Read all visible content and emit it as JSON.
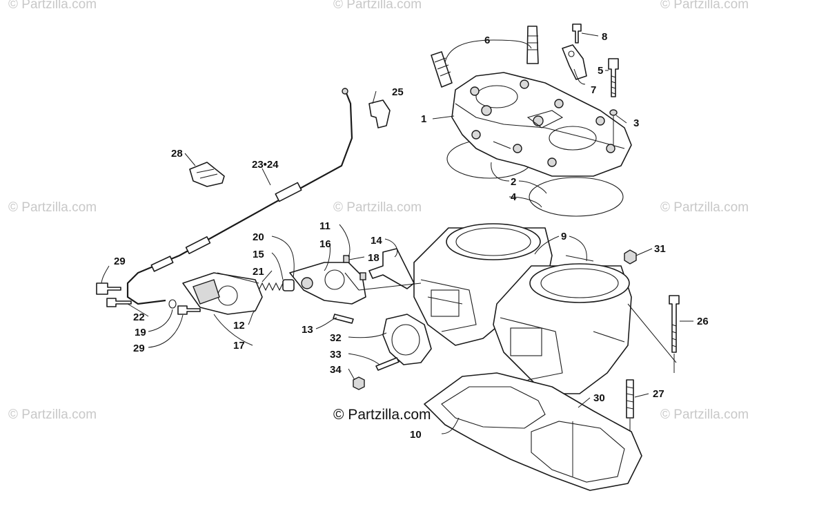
{
  "diagram": {
    "copyright": "© Partzilla.com",
    "watermark": "© Partzilla.com",
    "callouts": {
      "c1": "1",
      "c2": "2",
      "c3": "3",
      "c4": "4",
      "c5": "5",
      "c6": "6",
      "c7": "7",
      "c8": "8",
      "c9": "9",
      "c10": "10",
      "c11": "11",
      "c12": "12",
      "c13": "13",
      "c14": "14",
      "c15": "15",
      "c16": "16",
      "c17": "17",
      "c18": "18",
      "c19": "19",
      "c20": "20",
      "c21": "21",
      "c22": "22",
      "c23_24": "23•24",
      "c25": "25",
      "c26": "26",
      "c27": "27",
      "c28": "28",
      "c29a": "29",
      "c29b": "29",
      "c30": "30",
      "c31": "31",
      "c32": "32",
      "c33": "33",
      "c34": "34"
    }
  }
}
